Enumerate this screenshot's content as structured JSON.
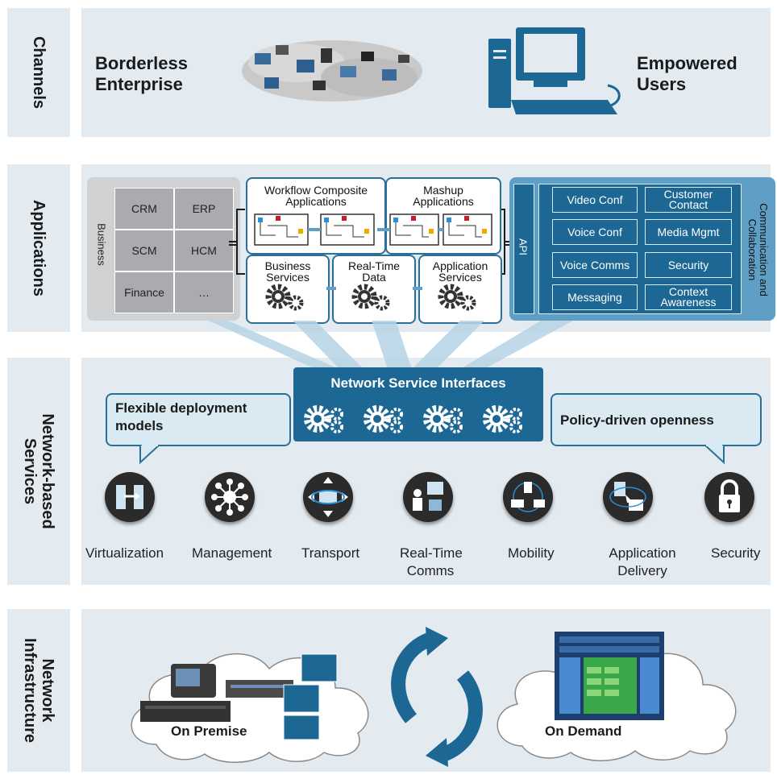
{
  "colors": {
    "band": "#e3ebf1",
    "dark_blue": "#1d6795",
    "mid_blue": "#5f9fc6",
    "gray": "#a9abae",
    "dark_icon": "#2b2b2b"
  },
  "layers": {
    "channels": "Channels",
    "applications": "Applications",
    "network_services": [
      "Network-based",
      "Services"
    ],
    "network_infrastructure": [
      "Network",
      "Infrastructure"
    ]
  },
  "channels": {
    "left": [
      "Borderless",
      "Enterprise"
    ],
    "right": [
      "Empowered",
      "Users"
    ]
  },
  "applications": {
    "business_label": "Business",
    "business_items": [
      "CRM",
      "ERP",
      "SCM",
      "HCM",
      "Finance",
      "…"
    ],
    "workflow": [
      "Workflow Composite",
      "Applications"
    ],
    "mashup": [
      "Mashup",
      "Applications"
    ],
    "business_services": [
      "Business",
      "Services"
    ],
    "realtime_data": [
      "Real-Time",
      "Data"
    ],
    "application_services": [
      "Application",
      "Services"
    ],
    "api": "API",
    "cc_label": [
      "Communication and",
      "Collaboration"
    ],
    "cc_items": [
      [
        "Video Conf"
      ],
      [
        "Customer",
        "Contact"
      ],
      [
        "Voice Conf"
      ],
      [
        "Media Mgmt"
      ],
      [
        "Voice Comms"
      ],
      [
        "Security"
      ],
      [
        "Messaging"
      ],
      [
        "Context",
        "Awareness"
      ]
    ]
  },
  "network_services": {
    "interfaces_title": "Network Service Interfaces",
    "flexible": [
      "Flexible deployment",
      "models"
    ],
    "policy": "Policy-driven openness",
    "services": [
      {
        "label": [
          "Virtualization"
        ],
        "icon": "virtualization-icon"
      },
      {
        "label": [
          "Management"
        ],
        "icon": "management-icon"
      },
      {
        "label": [
          "Transport"
        ],
        "icon": "transport-icon"
      },
      {
        "label": [
          "Real-Time",
          "Comms"
        ],
        "icon": "realtime-comms-icon"
      },
      {
        "label": [
          "Mobility"
        ],
        "icon": "mobility-icon"
      },
      {
        "label": [
          "Application",
          "Delivery"
        ],
        "icon": "application-delivery-icon"
      },
      {
        "label": [
          "Security"
        ],
        "icon": "lock-icon"
      }
    ]
  },
  "infrastructure": {
    "on_premise": "On Premise",
    "on_demand": "On Demand"
  }
}
